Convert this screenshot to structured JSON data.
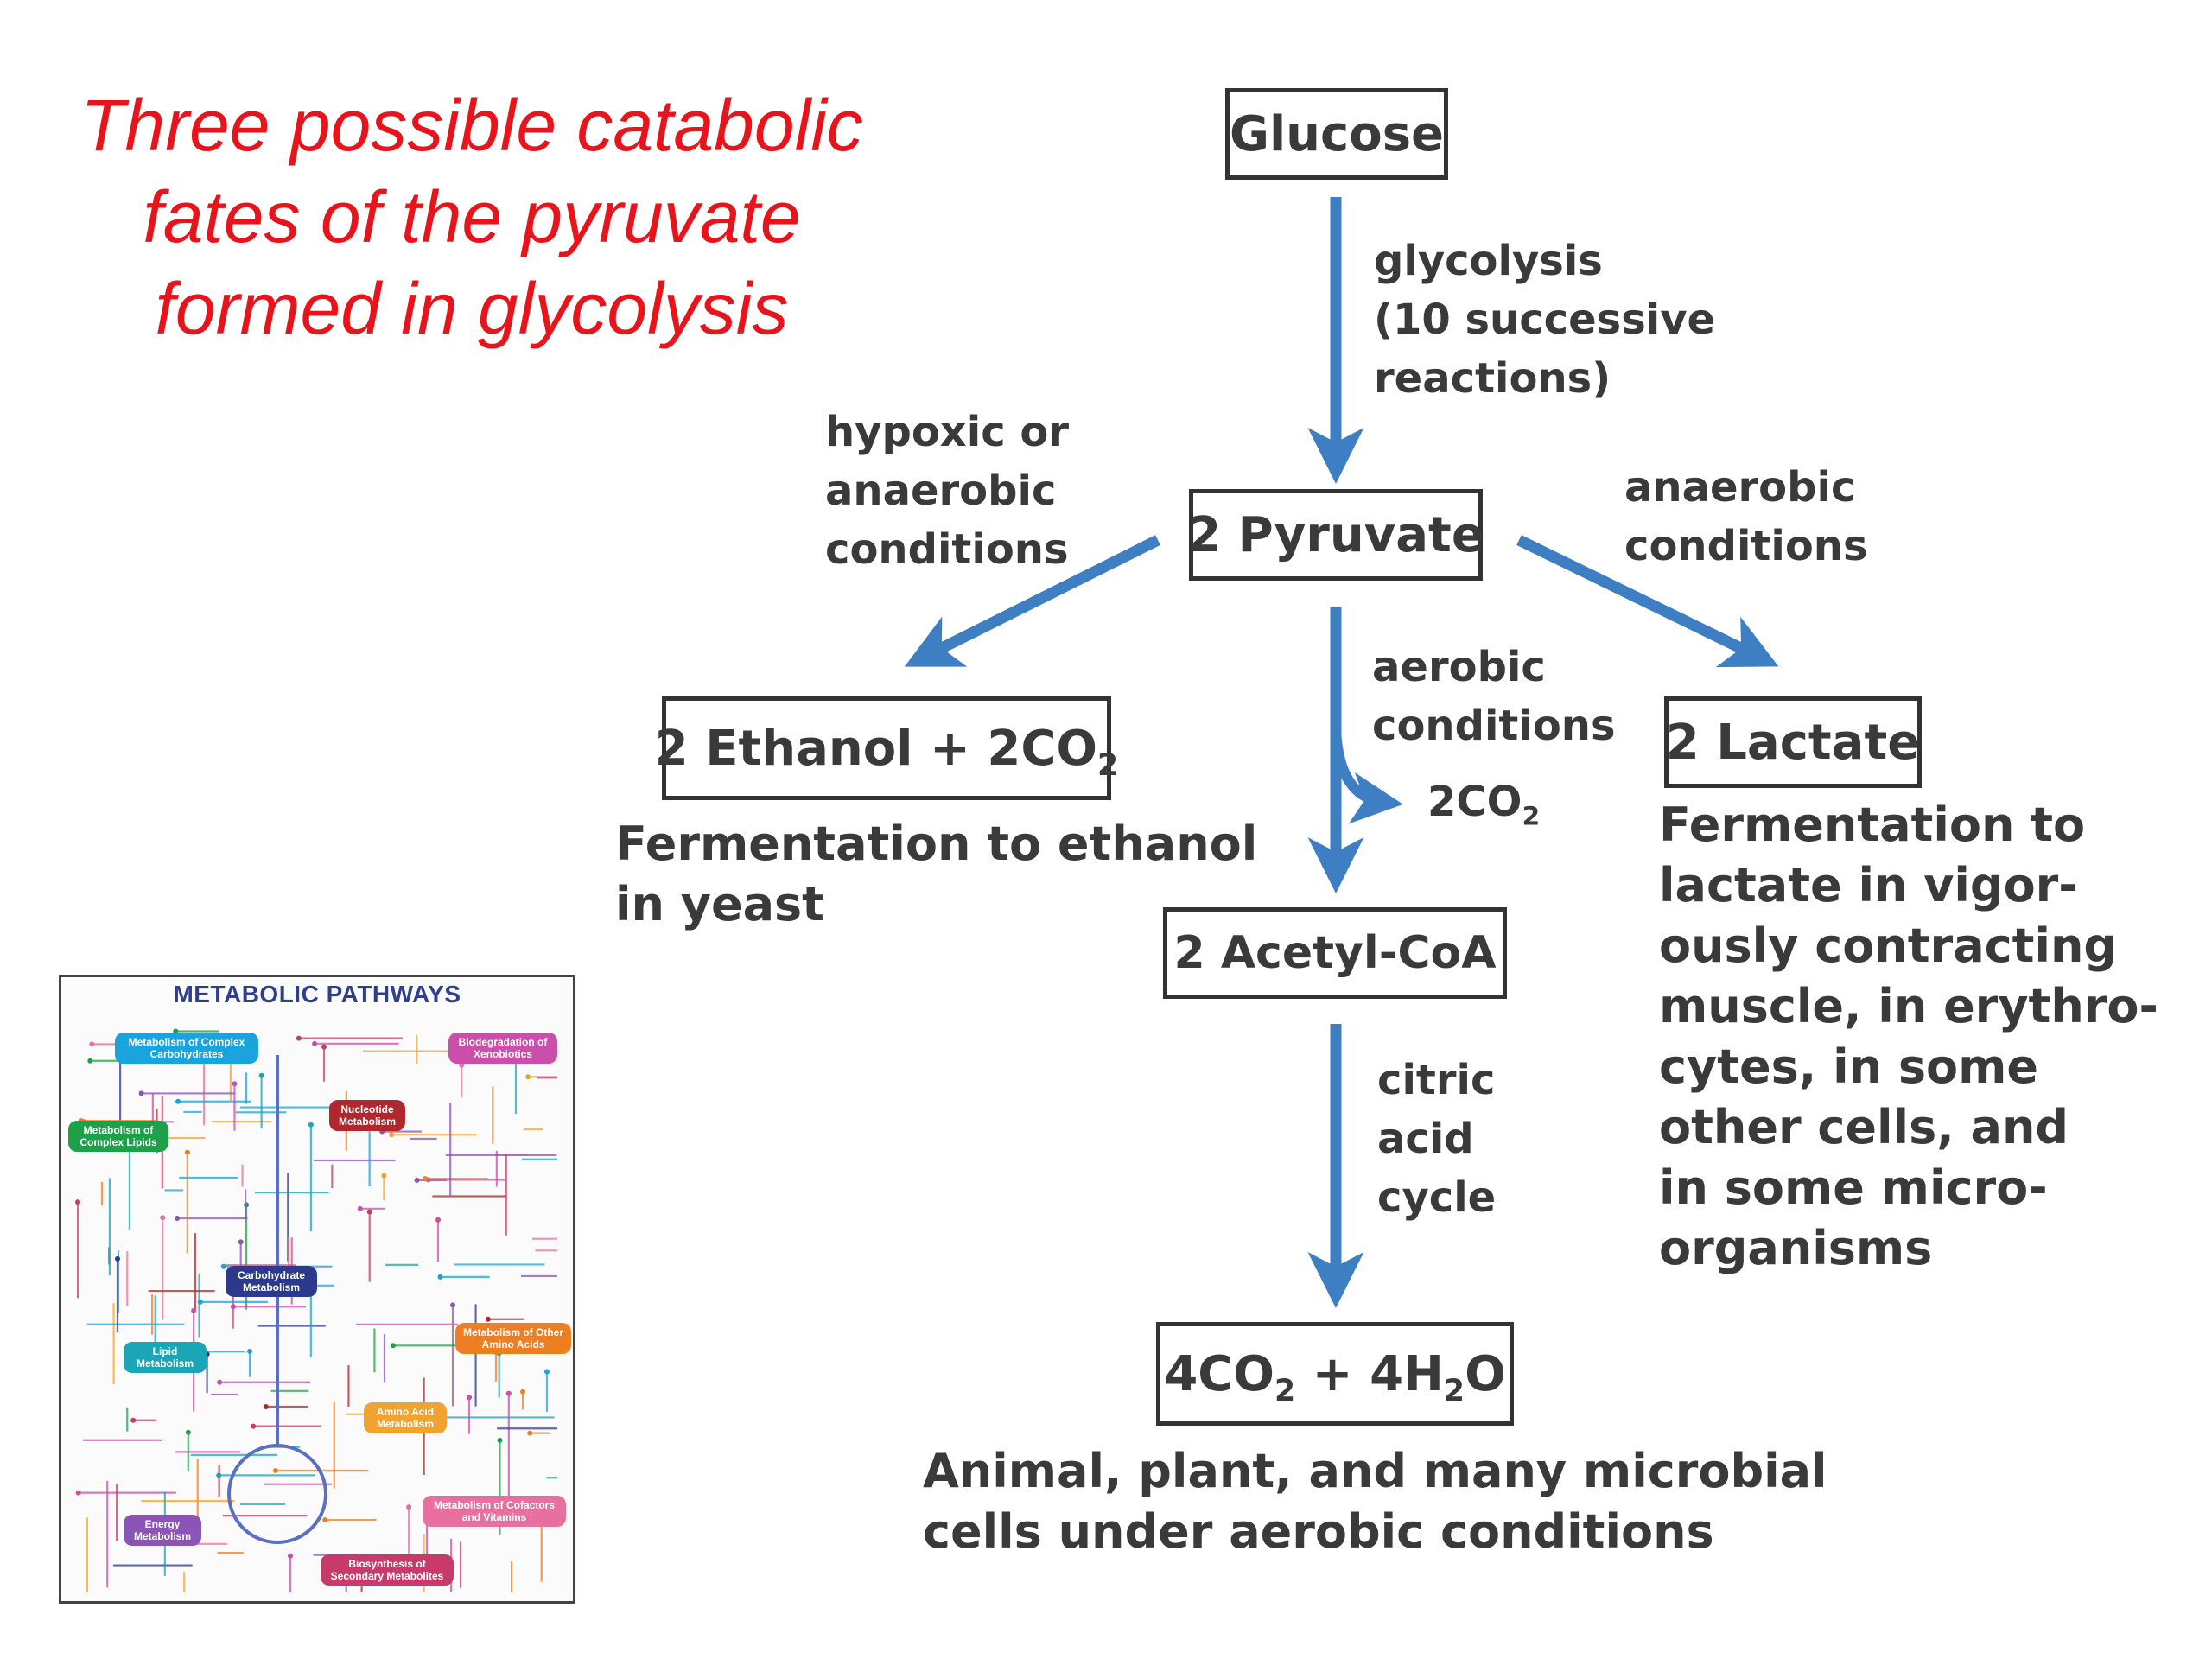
{
  "title": {
    "line1": "Three possible catabolic",
    "line2": "fates of the pyruvate",
    "line3": "formed in glycolysis"
  },
  "nodes": {
    "glucose": "Glucose",
    "pyruvate": "2 Pyruvate",
    "ethanol": {
      "prefix": "2 Ethanol + 2CO",
      "sub": "2"
    },
    "lactate": "2 Lactate",
    "acetyl_coa": "2 Acetyl-CoA",
    "final": {
      "p1": "4CO",
      "s1": "2",
      "p2": " + 4H",
      "s2": "2",
      "p3": "O"
    }
  },
  "labels": {
    "glycolysis": [
      "glycolysis",
      "(10 successive",
      "reactions)"
    ],
    "hypoxic": [
      "hypoxic or",
      "anaerobic",
      "conditions"
    ],
    "anaerobic": [
      "anaerobic",
      "conditions"
    ],
    "aerobic": [
      "aerobic",
      "conditions"
    ],
    "co2": {
      "prefix": "2CO",
      "sub": "2"
    },
    "citric": [
      "citric",
      "acid",
      "cycle"
    ]
  },
  "descriptions": {
    "ethanol": [
      "Fermentation to ethanol",
      "in yeast"
    ],
    "lactate": [
      "Fermentation to",
      "lactate in vigor-",
      "ously contracting",
      "muscle, in erythro-",
      "cytes, in some",
      "other cells, and",
      "in some micro-",
      "organisms"
    ],
    "aerobic": [
      "Animal, plant, and many microbial",
      "cells under aerobic conditions"
    ]
  },
  "inset": {
    "title": "METABOLIC PATHWAYS",
    "tags": [
      {
        "text": "Metabolism of Complex Carbohydrates",
        "color": "#1aa3dc"
      },
      {
        "text": "Biodegradation of Xenobiotics",
        "color": "#c94fa8"
      },
      {
        "text": "Nucleotide Metabolism",
        "color": "#b0282e"
      },
      {
        "text": "Metabolism of Complex Lipids",
        "color": "#1ea04a"
      },
      {
        "text": "Carbohydrate Metabolism",
        "color": "#2b3a8c"
      },
      {
        "text": "Metabolism of Other Amino Acids",
        "color": "#ef7d22"
      },
      {
        "text": "Lipid Metabolism",
        "color": "#1aa6b7"
      },
      {
        "text": "Amino Acid Metabolism",
        "color": "#f0a330"
      },
      {
        "text": "Energy Metabolism",
        "color": "#8a55b5"
      },
      {
        "text": "Metabolism of Cofactors and Vitamins",
        "color": "#e8709e"
      },
      {
        "text": "Biosynthesis of Secondary Metabolites",
        "color": "#c73a6a"
      }
    ]
  },
  "colors": {
    "arrow": "#3d7fc2",
    "title": "#e8141b",
    "text": "#3a3a3a"
  }
}
